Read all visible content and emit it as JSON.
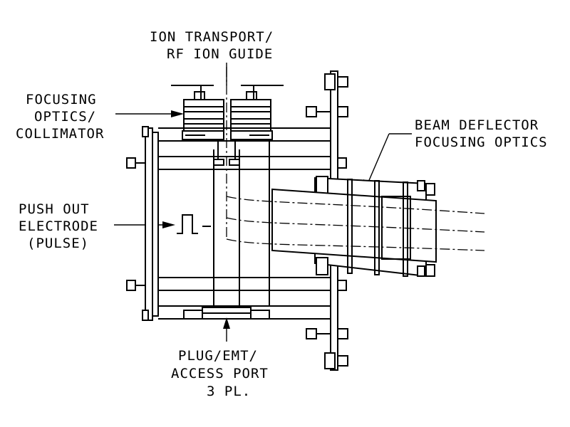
{
  "labels": {
    "ion_transport_line1": "ION TRANSPORT/",
    "ion_transport_line2": "RF ION GUIDE",
    "focusing_line1": "FOCUSING",
    "focusing_line2": "OPTICS/",
    "focusing_line3": "COLLIMATOR",
    "beam_deflector_line1": "BEAM DEFLECTOR",
    "beam_deflector_line2": "FOCUSING OPTICS",
    "push_out_line1": "PUSH OUT",
    "push_out_line2": "ELECTRODE",
    "push_out_line3": "(PULSE)",
    "plug_line1": "PLUG/EMT/",
    "plug_line2": "ACCESS PORT",
    "plug_line3": "3 PL."
  },
  "colors": {
    "ink": "#000000",
    "paper": "#ffffff"
  }
}
